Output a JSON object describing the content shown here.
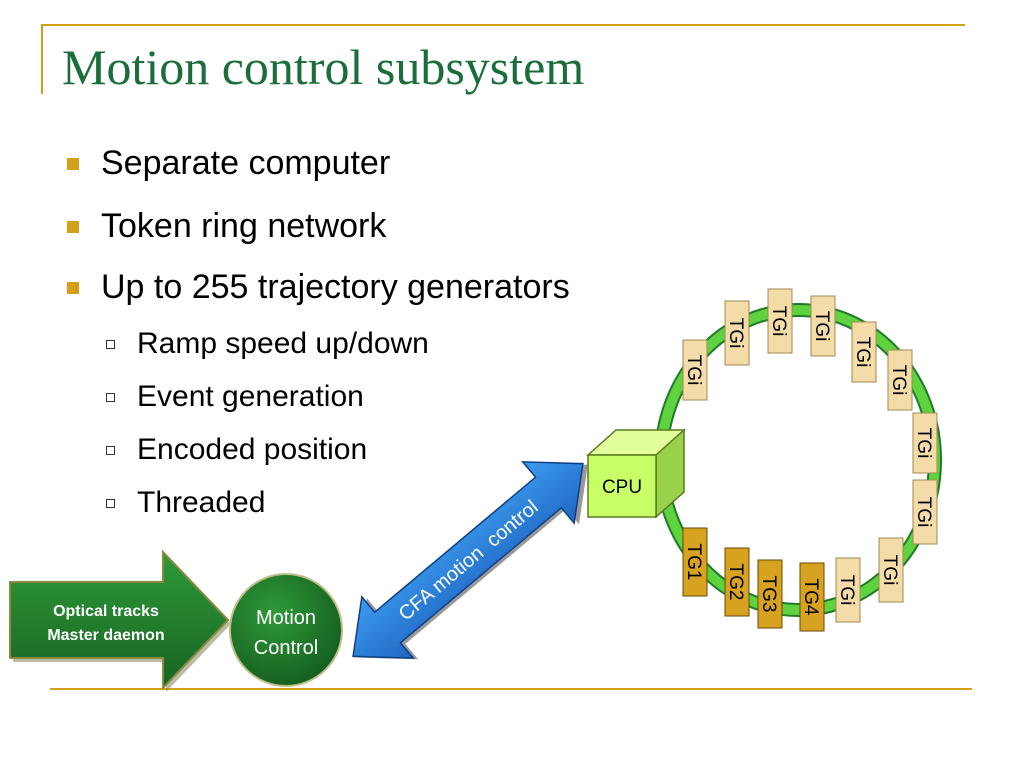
{
  "title": "Motion control subsystem",
  "bullets": [
    "Separate computer",
    "Token ring network",
    "Up to 255 trajectory generators"
  ],
  "sub_bullets": [
    "Ramp speed up/down",
    "Event generation",
    "Encoded position",
    "Threaded"
  ],
  "diagram": {
    "arrow_label": [
      "Optical tracks",
      "Master daemon"
    ],
    "circle_label": [
      "Motion",
      "Control"
    ],
    "link_label": "CFA motion  control",
    "cpu_label": "CPU",
    "tg_numbered": [
      "TG1",
      "TG2",
      "TG3",
      "TG4"
    ],
    "tg_generic": "TGi",
    "colors": {
      "title": "#1a6e3a",
      "rule": "#d4a017",
      "ring": "#5fd23f",
      "cpu": "#c8ff66",
      "tg_numbered": "#d7a21f",
      "tg_generic": "#f3dca8",
      "arrow_green": "#1f7a2a",
      "link_blue": "#2a7fd8"
    }
  }
}
